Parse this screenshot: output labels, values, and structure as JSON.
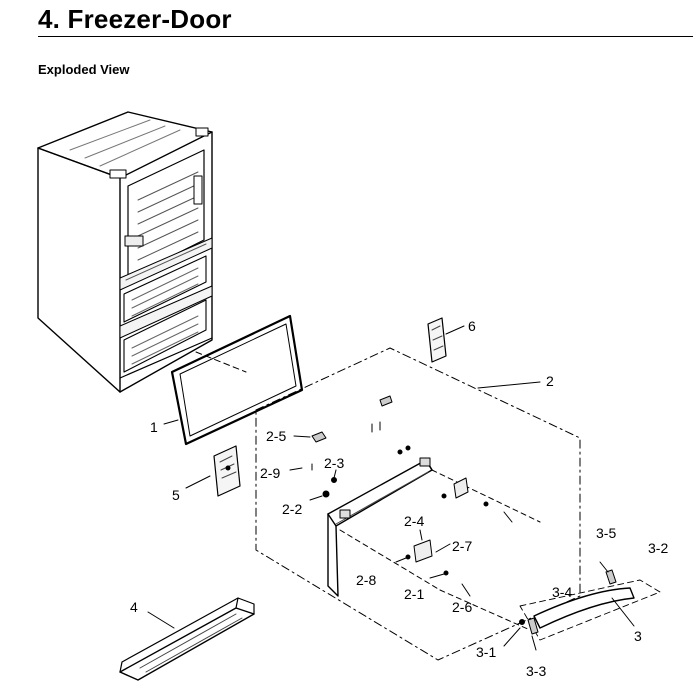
{
  "header": {
    "title": "4.  Freezer-Door",
    "subtitle": "Exploded View"
  },
  "callouts": {
    "part_1": "1",
    "part_2": "2",
    "part_2_1": "2-1",
    "part_2_2": "2-2",
    "part_2_3": "2-3",
    "part_2_4": "2-4",
    "part_2_5": "2-5",
    "part_2_6": "2-6",
    "part_2_7": "2-7",
    "part_2_8": "2-8",
    "part_2_9": "2-9",
    "part_3": "3",
    "part_3_1": "3-1",
    "part_3_2": "3-2",
    "part_3_3": "3-3",
    "part_3_4": "3-4",
    "part_3_5": "3-5",
    "part_4": "4",
    "part_5": "5",
    "part_6": "6"
  }
}
